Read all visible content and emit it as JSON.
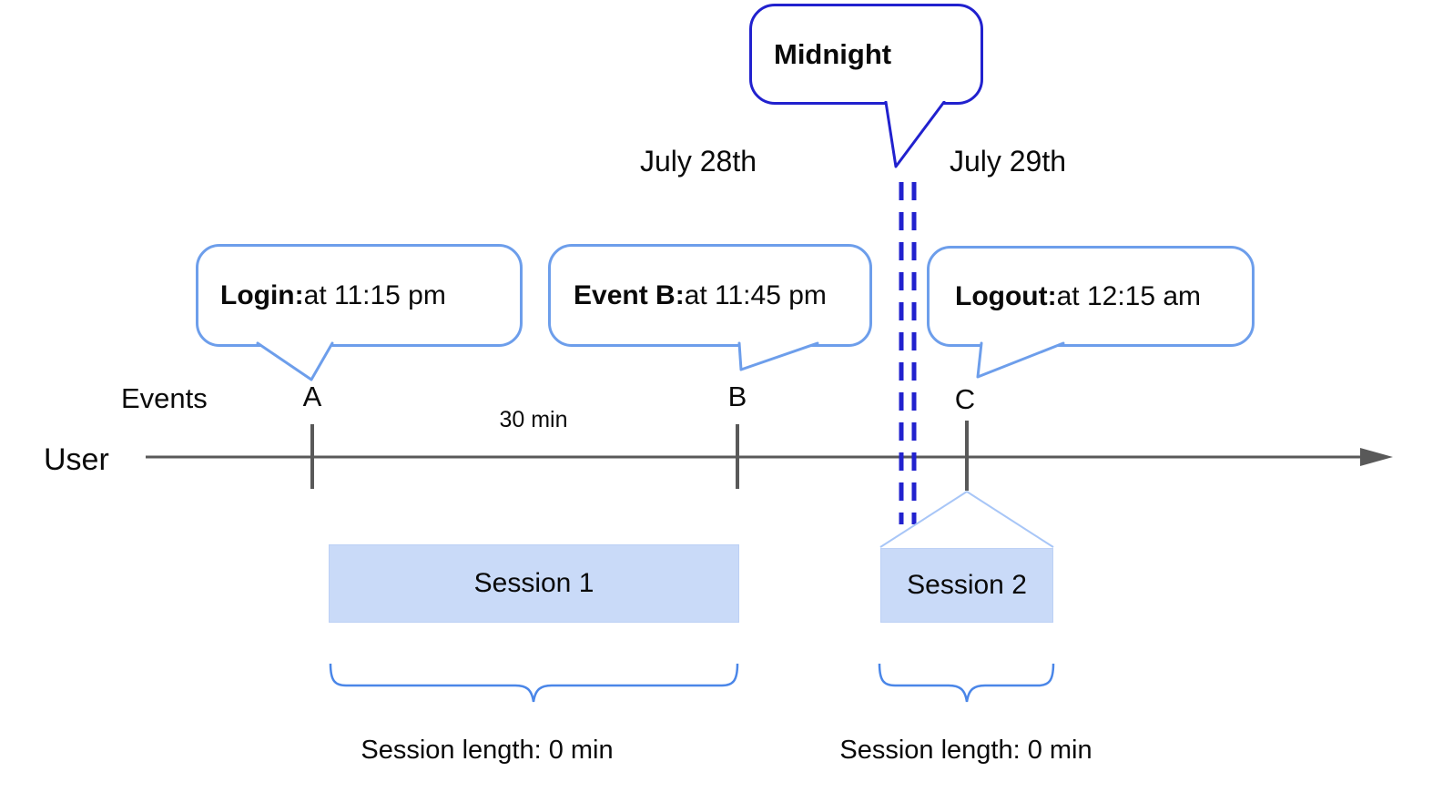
{
  "diagram": {
    "dates": {
      "left": "July 28th",
      "right": "July 29th"
    },
    "midnight_callout": {
      "label": "Midnight"
    },
    "event_callouts": [
      {
        "bold": "Login:",
        "rest": " at 11:15 pm"
      },
      {
        "bold": "Event B:",
        "rest": " at 11:45 pm"
      },
      {
        "bold": "Logout:",
        "rest": " at 12:15 am"
      }
    ],
    "axis": {
      "events_label": "Events",
      "user_label": "User",
      "interval_label": "30 min",
      "event_markers": [
        "A",
        "B",
        "C"
      ]
    },
    "sessions": [
      {
        "label": "Session 1",
        "length_label": "Session length: 0 min"
      },
      {
        "label": "Session 2",
        "length_label": "Session length: 0 min"
      }
    ],
    "colors": {
      "dark_blue": "#2121CE",
      "bubble_blue": "#6D9EEB",
      "brace_blue": "#4A86E8",
      "leg_blue": "#A8C6F7",
      "session_fill": "#C9DAF8",
      "axis_gray": "#595959"
    }
  }
}
